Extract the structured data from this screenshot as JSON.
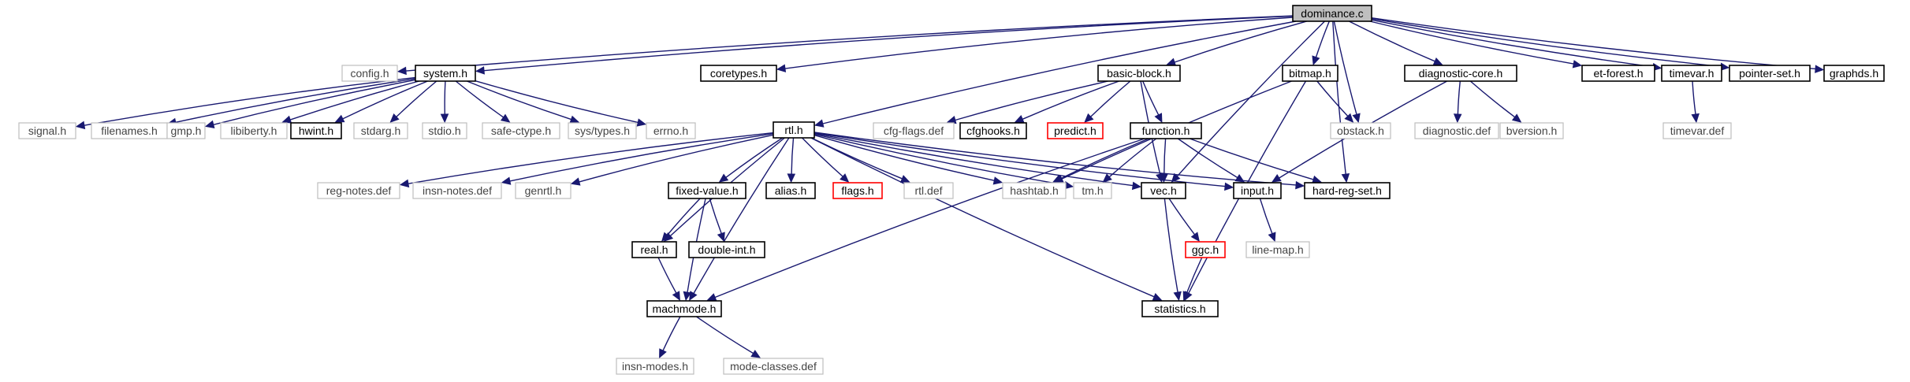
{
  "nodes": [
    {
      "id": "dominance_c",
      "label": "dominance.c",
      "style": "root"
    },
    {
      "id": "config_h",
      "label": "config.h",
      "style": "gray"
    },
    {
      "id": "system_h",
      "label": "system.h",
      "style": "black"
    },
    {
      "id": "coretypes_h",
      "label": "coretypes.h",
      "style": "black"
    },
    {
      "id": "rtl_h",
      "label": "rtl.h",
      "style": "black"
    },
    {
      "id": "basic_block_h",
      "label": "basic-block.h",
      "style": "black"
    },
    {
      "id": "bitmap_h",
      "label": "bitmap.h",
      "style": "black"
    },
    {
      "id": "obstack_h",
      "label": "obstack.h",
      "style": "gray"
    },
    {
      "id": "diagnostic_core_h",
      "label": "diagnostic-core.h",
      "style": "black"
    },
    {
      "id": "et_forest_h",
      "label": "et-forest.h",
      "style": "black"
    },
    {
      "id": "timevar_h",
      "label": "timevar.h",
      "style": "black"
    },
    {
      "id": "pointer_set_h",
      "label": "pointer-set.h",
      "style": "black"
    },
    {
      "id": "graphds_h",
      "label": "graphds.h",
      "style": "black"
    },
    {
      "id": "signal_h",
      "label": "signal.h",
      "style": "gray"
    },
    {
      "id": "filenames_h",
      "label": "filenames.h",
      "style": "gray"
    },
    {
      "id": "gmp_h",
      "label": "gmp.h",
      "style": "gray"
    },
    {
      "id": "libiberty_h",
      "label": "libiberty.h",
      "style": "gray"
    },
    {
      "id": "hwint_h",
      "label": "hwint.h",
      "style": "black"
    },
    {
      "id": "stdarg_h",
      "label": "stdarg.h",
      "style": "gray"
    },
    {
      "id": "stdio_h",
      "label": "stdio.h",
      "style": "gray"
    },
    {
      "id": "safe_ctype_h",
      "label": "safe-ctype.h",
      "style": "gray"
    },
    {
      "id": "sys_types_h",
      "label": "sys/types.h",
      "style": "gray"
    },
    {
      "id": "errno_h",
      "label": "errno.h",
      "style": "gray"
    },
    {
      "id": "cfg_flags_def",
      "label": "cfg-flags.def",
      "style": "gray"
    },
    {
      "id": "cfghooks_h",
      "label": "cfghooks.h",
      "style": "black"
    },
    {
      "id": "predict_h",
      "label": "predict.h",
      "style": "red"
    },
    {
      "id": "function_h",
      "label": "function.h",
      "style": "black"
    },
    {
      "id": "diagnostic_def",
      "label": "diagnostic.def",
      "style": "gray"
    },
    {
      "id": "bversion_h",
      "label": "bversion.h",
      "style": "gray"
    },
    {
      "id": "timevar_def",
      "label": "timevar.def",
      "style": "gray"
    },
    {
      "id": "reg_notes_def",
      "label": "reg-notes.def",
      "style": "gray"
    },
    {
      "id": "insn_notes_def",
      "label": "insn-notes.def",
      "style": "gray"
    },
    {
      "id": "genrtl_h",
      "label": "genrtl.h",
      "style": "gray"
    },
    {
      "id": "fixed_value_h",
      "label": "fixed-value.h",
      "style": "black"
    },
    {
      "id": "alias_h",
      "label": "alias.h",
      "style": "black"
    },
    {
      "id": "flags_h",
      "label": "flags.h",
      "style": "red"
    },
    {
      "id": "rtl_def",
      "label": "rtl.def",
      "style": "gray"
    },
    {
      "id": "hashtab_h",
      "label": "hashtab.h",
      "style": "gray"
    },
    {
      "id": "tm_h",
      "label": "tm.h",
      "style": "gray"
    },
    {
      "id": "vec_h",
      "label": "vec.h",
      "style": "black"
    },
    {
      "id": "input_h",
      "label": "input.h",
      "style": "black"
    },
    {
      "id": "hard_reg_set_h",
      "label": "hard-reg-set.h",
      "style": "black"
    },
    {
      "id": "real_h",
      "label": "real.h",
      "style": "black"
    },
    {
      "id": "double_int_h",
      "label": "double-int.h",
      "style": "black"
    },
    {
      "id": "ggc_h",
      "label": "ggc.h",
      "style": "red"
    },
    {
      "id": "line_map_h",
      "label": "line-map.h",
      "style": "gray"
    },
    {
      "id": "machmode_h",
      "label": "machmode.h",
      "style": "black"
    },
    {
      "id": "statistics_h",
      "label": "statistics.h",
      "style": "black"
    },
    {
      "id": "insn_modes_h",
      "label": "insn-modes.h",
      "style": "gray"
    },
    {
      "id": "mode_classes_def",
      "label": "mode-classes.def",
      "style": "gray"
    }
  ],
  "edges": [
    [
      "dominance_c",
      "config_h"
    ],
    [
      "dominance_c",
      "system_h"
    ],
    [
      "dominance_c",
      "coretypes_h"
    ],
    [
      "dominance_c",
      "rtl_h"
    ],
    [
      "dominance_c",
      "basic_block_h"
    ],
    [
      "dominance_c",
      "bitmap_h"
    ],
    [
      "dominance_c",
      "obstack_h"
    ],
    [
      "dominance_c",
      "diagnostic_core_h"
    ],
    [
      "dominance_c",
      "et_forest_h"
    ],
    [
      "dominance_c",
      "timevar_h"
    ],
    [
      "dominance_c",
      "pointer_set_h"
    ],
    [
      "dominance_c",
      "graphds_h"
    ],
    [
      "dominance_c",
      "vec_h"
    ],
    [
      "dominance_c",
      "hard_reg_set_h"
    ],
    [
      "system_h",
      "signal_h"
    ],
    [
      "system_h",
      "filenames_h"
    ],
    [
      "system_h",
      "gmp_h"
    ],
    [
      "system_h",
      "libiberty_h"
    ],
    [
      "system_h",
      "hwint_h"
    ],
    [
      "system_h",
      "stdarg_h"
    ],
    [
      "system_h",
      "stdio_h"
    ],
    [
      "system_h",
      "safe_ctype_h"
    ],
    [
      "system_h",
      "sys_types_h"
    ],
    [
      "system_h",
      "errno_h"
    ],
    [
      "basic_block_h",
      "cfg_flags_def"
    ],
    [
      "basic_block_h",
      "cfghooks_h"
    ],
    [
      "basic_block_h",
      "predict_h"
    ],
    [
      "basic_block_h",
      "function_h"
    ],
    [
      "basic_block_h",
      "vec_h"
    ],
    [
      "bitmap_h",
      "obstack_h"
    ],
    [
      "bitmap_h",
      "hashtab_h"
    ],
    [
      "bitmap_h",
      "statistics_h"
    ],
    [
      "diagnostic_core_h",
      "diagnostic_def"
    ],
    [
      "diagnostic_core_h",
      "bversion_h"
    ],
    [
      "diagnostic_core_h",
      "input_h"
    ],
    [
      "timevar_h",
      "timevar_def"
    ],
    [
      "rtl_h",
      "reg_notes_def"
    ],
    [
      "rtl_h",
      "insn_notes_def"
    ],
    [
      "rtl_h",
      "genrtl_h"
    ],
    [
      "rtl_h",
      "fixed_value_h"
    ],
    [
      "rtl_h",
      "alias_h"
    ],
    [
      "rtl_h",
      "flags_h"
    ],
    [
      "rtl_h",
      "rtl_def"
    ],
    [
      "rtl_h",
      "hashtab_h"
    ],
    [
      "rtl_h",
      "tm_h"
    ],
    [
      "rtl_h",
      "vec_h"
    ],
    [
      "rtl_h",
      "input_h"
    ],
    [
      "rtl_h",
      "hard_reg_set_h"
    ],
    [
      "rtl_h",
      "real_h"
    ],
    [
      "rtl_h",
      "machmode_h"
    ],
    [
      "rtl_h",
      "statistics_h"
    ],
    [
      "function_h",
      "hashtab_h"
    ],
    [
      "function_h",
      "tm_h"
    ],
    [
      "function_h",
      "vec_h"
    ],
    [
      "function_h",
      "input_h"
    ],
    [
      "function_h",
      "hard_reg_set_h"
    ],
    [
      "function_h",
      "machmode_h"
    ],
    [
      "fixed_value_h",
      "real_h"
    ],
    [
      "fixed_value_h",
      "double_int_h"
    ],
    [
      "fixed_value_h",
      "machmode_h"
    ],
    [
      "real_h",
      "machmode_h"
    ],
    [
      "vec_h",
      "ggc_h"
    ],
    [
      "vec_h",
      "statistics_h"
    ],
    [
      "ggc_h",
      "statistics_h"
    ],
    [
      "input_h",
      "line_map_h"
    ],
    [
      "machmode_h",
      "insn_modes_h"
    ],
    [
      "machmode_h",
      "mode_classes_def"
    ]
  ]
}
